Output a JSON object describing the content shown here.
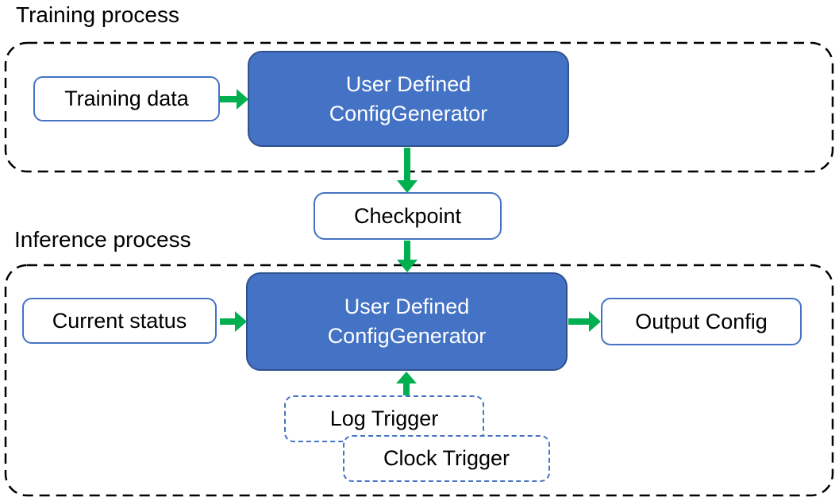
{
  "colors": {
    "generator_fill": "#4472C4",
    "generator_border": "#2F528F",
    "light_box_border": "#4472C4",
    "trigger_dashed_border": "#4472C4",
    "group_dashed_border": "#000000",
    "arrow_green": "#00B050",
    "text_dark": "#000000",
    "text_on_blue": "#ffffff"
  },
  "training": {
    "section_label": "Training process",
    "input_label": "Training data",
    "generator": {
      "line1": "User Defined",
      "line2": "ConfigGenerator"
    }
  },
  "checkpoint_label": "Checkpoint",
  "inference": {
    "section_label": "Inference process",
    "input_label": "Current status",
    "generator": {
      "line1": "User Defined",
      "line2": "ConfigGenerator"
    },
    "output_label": "Output Config",
    "triggers": {
      "log": "Log Trigger",
      "clock": "Clock Trigger"
    }
  }
}
